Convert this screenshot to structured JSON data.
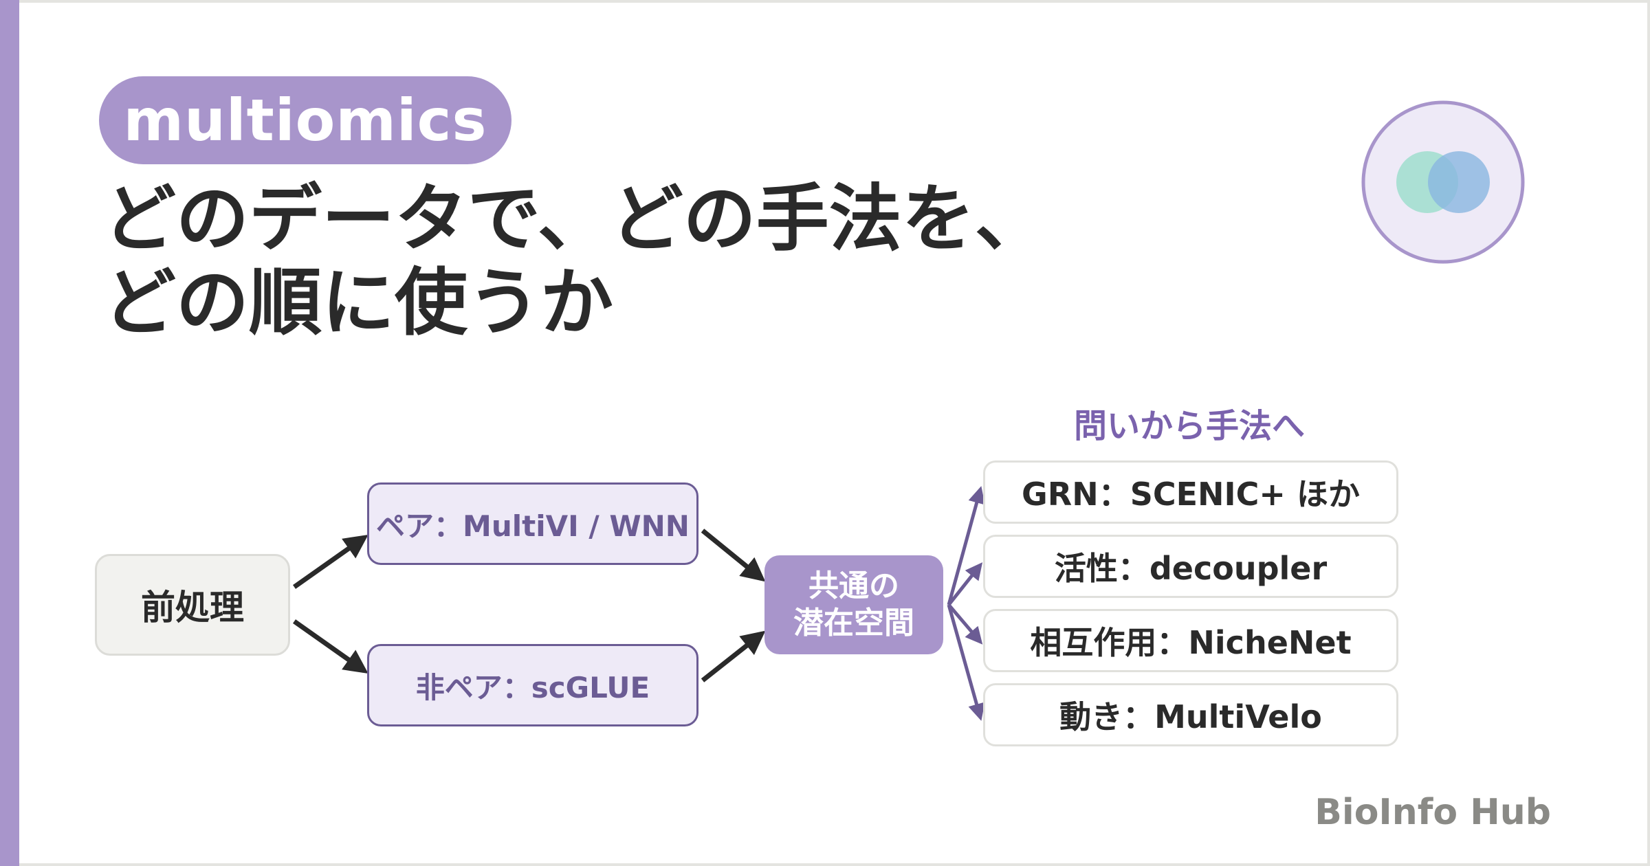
{
  "tag": "multiomics",
  "title": {
    "line1": "どのデータで、どの手法を、",
    "line2": "どの順に使うか"
  },
  "icons": {
    "top_right": "venn-icon"
  },
  "diagram": {
    "preprocess": "前処理",
    "paired": "ペア：MultiVI / WNN",
    "unpaired": "非ペア：scGLUE",
    "latent_line1": "共通の",
    "latent_line2": "潜在空間",
    "methods_header": "問いから手法へ",
    "methods": [
      "GRN：SCENIC+ ほか",
      "活性：decoupler",
      "相互作用：NicheNet",
      "動き：MultiVelo"
    ]
  },
  "brand": "BioInfo Hub",
  "colors": {
    "accent": "#a895cb",
    "accent_dark": "#6b5c94",
    "box_fill": "#eeeaf7",
    "text": "#2a2a2a",
    "arrow": "#2a2a2a"
  }
}
